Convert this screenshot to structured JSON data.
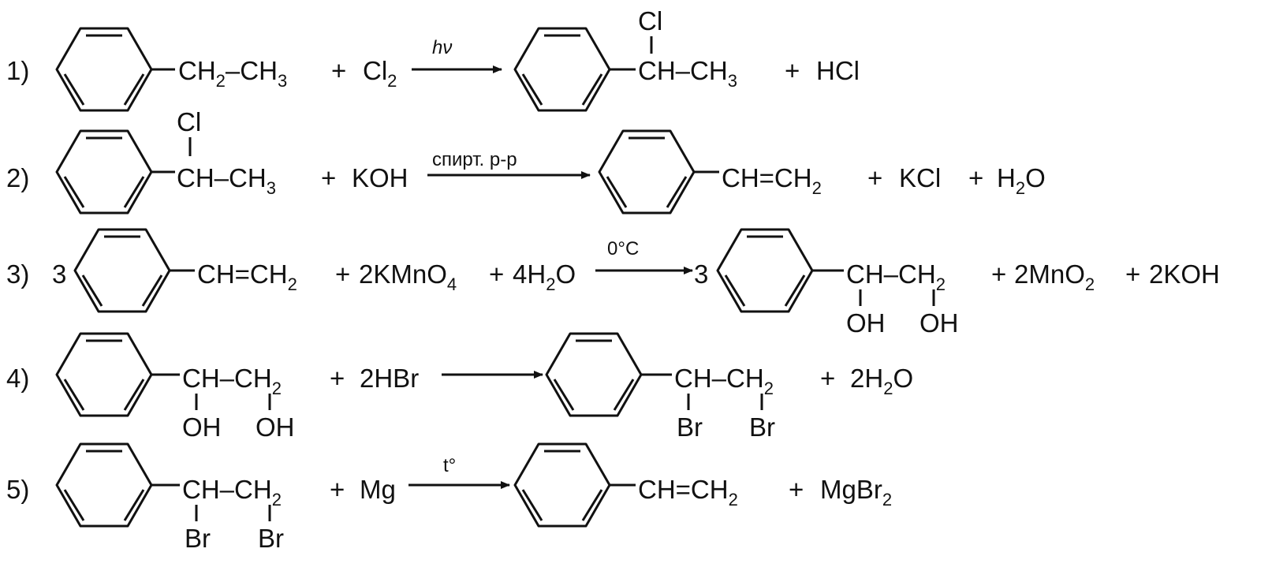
{
  "reactions": [
    {
      "number": "1)",
      "reactant": {
        "main": "CH",
        "sub1": "2",
        "rest": "–CH",
        "sub2": "3"
      },
      "plus1": "+",
      "reagent": {
        "main": "Cl",
        "sub": "2"
      },
      "condition": "hν",
      "product": {
        "substituent": "Cl",
        "main": "CH–CH",
        "sub": "3"
      },
      "plus2": "+",
      "byproduct": "HCl"
    },
    {
      "number": "2)",
      "reactant": {
        "substituent": "Cl",
        "main": "CH–CH",
        "sub": "3"
      },
      "plus1": "+",
      "reagent": "KOH",
      "condition": "спирт. р-р",
      "product": {
        "main": "CH=CH",
        "sub": "2"
      },
      "plus2": "+",
      "byproduct1": "KCl",
      "plus3": "+",
      "byproduct2": {
        "main": "H",
        "sub": "2",
        "rest": "O"
      }
    },
    {
      "number": "3)",
      "coef1": "3",
      "reactant": {
        "main": "CH=CH",
        "sub": "2"
      },
      "plus1": "+",
      "reagent1": {
        "main": "2KMnO",
        "sub": "4"
      },
      "plus2": "+",
      "reagent2": {
        "main": "4H",
        "sub": "2",
        "rest": "O"
      },
      "condition": "0°C",
      "coef2": "3",
      "product": {
        "main": "CH–CH",
        "sub": "2",
        "sub_left": "OH",
        "sub_right": "OH"
      },
      "plus3": "+",
      "byproduct1": {
        "main": "2MnO",
        "sub": "2"
      },
      "plus4": "+",
      "byproduct2": "2KOH"
    },
    {
      "number": "4)",
      "reactant": {
        "main": "CH–CH",
        "sub": "2",
        "sub_left": "OH",
        "sub_right": "OH"
      },
      "plus1": "+",
      "reagent": "2HBr",
      "condition": "",
      "product": {
        "main": "CH–CH",
        "sub": "2",
        "sub_left": "Br",
        "sub_right": "Br"
      },
      "plus2": "+",
      "byproduct": {
        "main": "2H",
        "sub": "2",
        "rest": "O"
      }
    },
    {
      "number": "5)",
      "reactant": {
        "main": "CH–CH",
        "sub": "2",
        "sub_left": "Br",
        "sub_right": "Br"
      },
      "plus1": "+",
      "reagent": "Mg",
      "condition": "t°",
      "product": {
        "main": "CH=CH",
        "sub": "2"
      },
      "plus2": "+",
      "byproduct": {
        "main": "MgBr",
        "sub": "2"
      }
    }
  ]
}
